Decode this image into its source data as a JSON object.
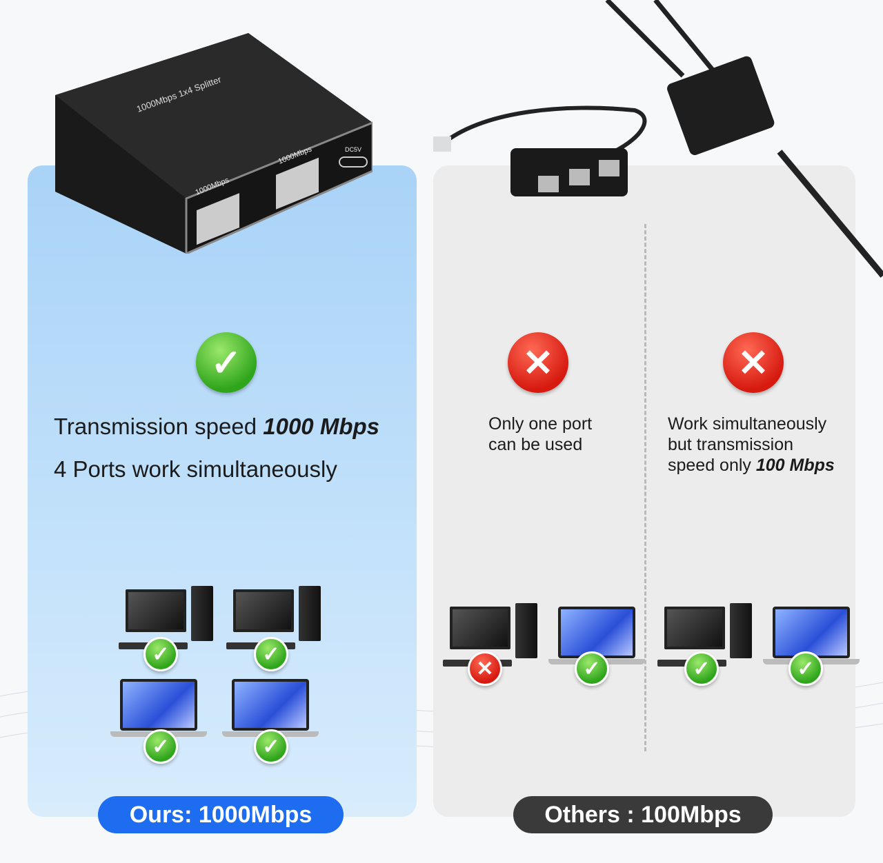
{
  "device": {
    "top_label": "1000Mbps 1x4 Splitter",
    "port1": "1000Mbps",
    "port2": "1000Mbps",
    "power": "DC5V"
  },
  "ours": {
    "line1_prefix": "Transmission speed ",
    "line1_bold": "1000 Mbps",
    "line2": "4 Ports work simultaneously",
    "badge": "Ours: 1000Mbps",
    "status_icon": "check-icon"
  },
  "others": {
    "col1": {
      "line1": "Only one port",
      "line2": "can be used",
      "status_icon": "x-icon"
    },
    "col2": {
      "line1": "Work simultaneously",
      "line2": "but transmission",
      "line3_prefix": "speed only ",
      "line3_bold": "100 Mbps",
      "status_icon": "x-icon"
    },
    "badge": "Others : 100Mbps"
  },
  "colors": {
    "ours_badge": "#1e6cf0",
    "others_badge": "#3a3a3a",
    "check": "#2fa51c",
    "cross": "#d61a10",
    "left_panel": "#b8dbf9",
    "right_panel": "#ececec"
  }
}
